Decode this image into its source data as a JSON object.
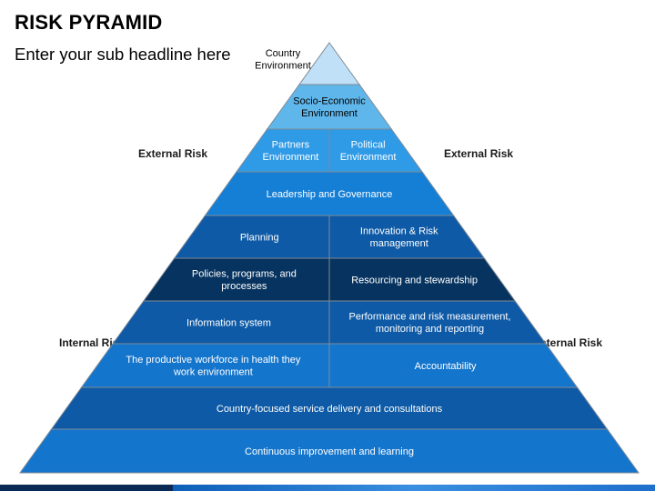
{
  "header": {
    "title": "RISK PYRAMID",
    "subtitle": "Enter your sub headline here"
  },
  "side_labels": {
    "external_left": "External Risk",
    "external_right": "External Risk",
    "internal_left": "Internal Risk",
    "internal_right": "Internal Risk"
  },
  "pyramid": {
    "apex": "Country Environment",
    "tier2": "Socio-Economic Environment",
    "tier3_left": "Partners Environment",
    "tier3_right": "Political Environment",
    "tier4": "Leadership and Governance",
    "tier5_left": "Planning",
    "tier5_right": "Innovation & Risk management",
    "tier6_left": "Policies, programs, and processes",
    "tier6_right": "Resourcing and stewardship",
    "tier7_left": "Information system",
    "tier7_right": "Performance and risk measurement, monitoring and reporting",
    "tier8_left": "The productive workforce in health they work environment",
    "tier8_right": "Accountability",
    "tier9": "Country-focused service delivery and consultations",
    "tier10": "Continuous improvement and learning"
  },
  "colors": {
    "apex": "#bfe0f7",
    "tier2": "#5fb6ea",
    "tier3": "#2f9ae6",
    "tier4": "#157fd6",
    "tier5": "#0e5aa6",
    "tier6": "#06335f",
    "tier7": "#0e5aa6",
    "tier8": "#1475cc",
    "tier9": "#0e5aa6",
    "tier10": "#1475cc",
    "outline": "#7f8a96"
  }
}
